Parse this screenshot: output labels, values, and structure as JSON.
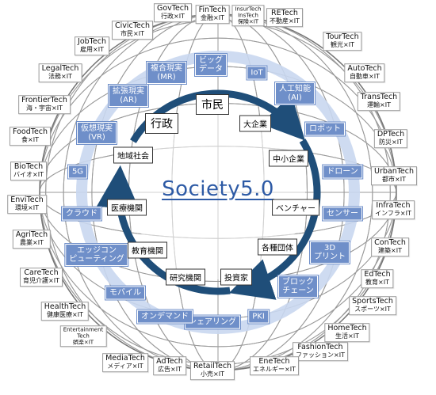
{
  "title": "Society5.0",
  "colors": {
    "blue": "#6f8fc9",
    "arrow": "#1f4e79",
    "grid": "#9a9a9a",
    "title": "#2d5aa5"
  },
  "outer": [
    {
      "t1": "GovTech",
      "t2": "行政×IT"
    },
    {
      "t1": "FinTech",
      "t2": "金融×IT"
    },
    {
      "t1": "InsurTech",
      "t1b": "InsTech",
      "t2": "保険×IT"
    },
    {
      "t1": "RETech",
      "t2": "不動産×IT"
    },
    {
      "t1": "TourTech",
      "t2": "観光×IT"
    },
    {
      "t1": "AutoTech",
      "t2": "自動車×IT"
    },
    {
      "t1": "TransTech",
      "t2": "運輸×IT"
    },
    {
      "t1": "DPTech",
      "t2": "防災×IT"
    },
    {
      "t1": "UrbanTech",
      "t2": "都市×IT"
    },
    {
      "t1": "InfraTech",
      "t2": "インフラ×IT"
    },
    {
      "t1": "ConTech",
      "t2": "建築×IT"
    },
    {
      "t1": "EdTech",
      "t2": "教育×IT"
    },
    {
      "t1": "SportsTech",
      "t2": "スポーツ×IT"
    },
    {
      "t1": "HomeTech",
      "t2": "生活×IT"
    },
    {
      "t1": "FashionTech",
      "t2": "ファッション×IT"
    },
    {
      "t1": "EneTech",
      "t2": "エネルギー×IT"
    },
    {
      "t1": "RetailTech",
      "t2": "小売×IT"
    },
    {
      "t1": "AdTech",
      "t2": "広告×IT"
    },
    {
      "t1": "MediaTech",
      "t2": "メディア×IT"
    },
    {
      "t1": "Entertainment",
      "t1b": "Tech",
      "t2": "娯楽×IT"
    },
    {
      "t1": "HealthTech",
      "t2": "健康医療×IT"
    },
    {
      "t1": "CareTech",
      "t2": "育児介護×IT"
    },
    {
      "t1": "AgriTech",
      "t2": "農業×IT"
    },
    {
      "t1": "EnviTech",
      "t2": "環境×IT"
    },
    {
      "t1": "BioTech",
      "t2": "バイオ×IT"
    },
    {
      "t1": "FoodTech",
      "t2": "食×IT"
    },
    {
      "t1": "FrontierTech",
      "t2": "海・宇宙×IT"
    },
    {
      "t1": "LegalTech",
      "t2": "法務×IT"
    },
    {
      "t1": "JobTech",
      "t2": "雇用×IT"
    },
    {
      "t1": "CivicTech",
      "t2": "市民×IT"
    }
  ],
  "tech": [
    {
      "l1": "ビッグ",
      "l2": "データ"
    },
    {
      "l1": "IoT"
    },
    {
      "l1": "人工知能",
      "l2": "(AI)"
    },
    {
      "l1": "ロボット"
    },
    {
      "l1": "ドローン"
    },
    {
      "l1": "センサー"
    },
    {
      "l1": "3D",
      "l2": "プリント"
    },
    {
      "l1": "ブロック",
      "l2": "チェーン"
    },
    {
      "l1": "PKI"
    },
    {
      "l1": "シェアリング"
    },
    {
      "l1": "オンデマンド"
    },
    {
      "l1": "モバイル"
    },
    {
      "l1": "エッジコン",
      "l2": "ピューティング"
    },
    {
      "l1": "クラウド"
    },
    {
      "l1": "5G"
    },
    {
      "l1": "仮想現実",
      "l2": "(VR)"
    },
    {
      "l1": "拡張現実",
      "l2": "(AR)"
    },
    {
      "l1": "複合現実",
      "l2": "(MR)"
    }
  ],
  "society": [
    {
      "l": "市民"
    },
    {
      "l": "大企業"
    },
    {
      "l": "中小企業"
    },
    {
      "l": "ベンチャー"
    },
    {
      "l": "各種団体"
    },
    {
      "l": "投資家"
    },
    {
      "l": "研究機関"
    },
    {
      "l": "教育機関"
    },
    {
      "l": "医療機関"
    },
    {
      "l": "地域社会"
    },
    {
      "l": "行政"
    }
  ]
}
